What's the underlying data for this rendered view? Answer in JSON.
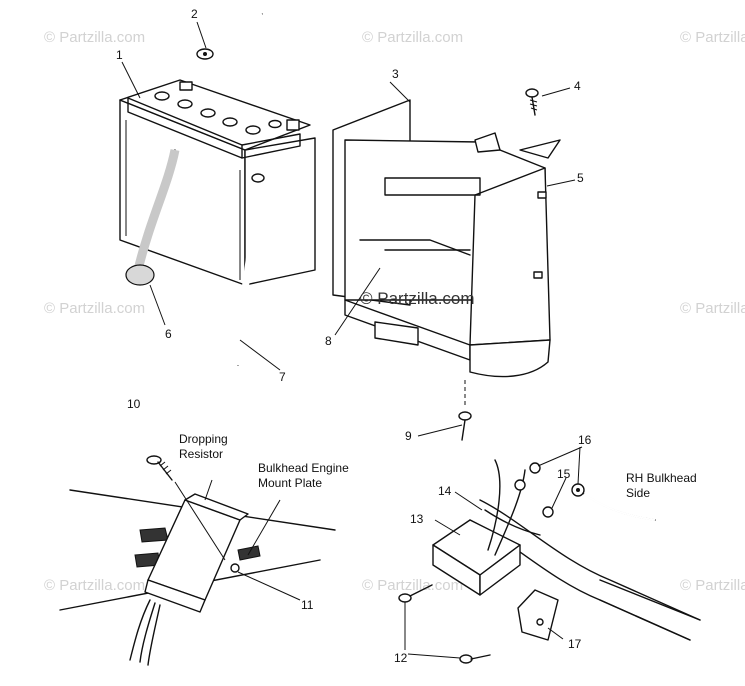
{
  "watermark": "© Partzilla.com",
  "watermark_center": "© Partzilla.com",
  "callouts": {
    "c1": "1",
    "c2": "2",
    "c3": "3",
    "c4": "4",
    "c5": "5",
    "c6": "6",
    "c7": "7",
    "c8": "8",
    "c9": "9",
    "c10": "10",
    "c11": "11",
    "c12": "12",
    "c13": "13",
    "c14": "14",
    "c15": "15",
    "c16": "16",
    "c17": "17"
  },
  "notes": {
    "dropping_resistor_line1": "Dropping",
    "dropping_resistor_line2": "Resistor",
    "bulkhead_line1": "Bulkhead Engine",
    "bulkhead_line2": "Mount Plate",
    "rh_line1": "RH Bulkhead",
    "rh_line2": "Side"
  }
}
